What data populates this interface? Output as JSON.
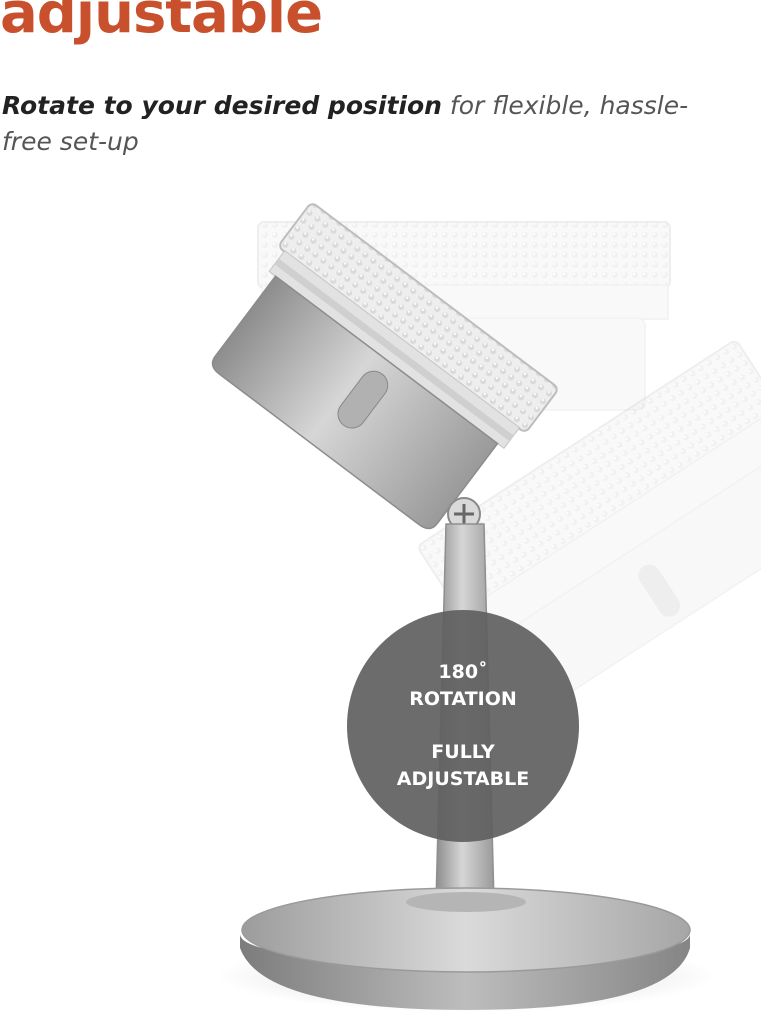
{
  "headline": "adjustable",
  "subtitle": {
    "bold": "Rotate to your desired position",
    "rest": " for flexible, hassle-free set-up"
  },
  "badge": {
    "line1": "180˚",
    "line2": "ROTATION",
    "line3": "FULLY",
    "line4": "ADJUSTABLE"
  },
  "colors": {
    "headline": "#c8502d",
    "badge_fill": "#5f5f5f",
    "badge_text": "#ffffff"
  }
}
